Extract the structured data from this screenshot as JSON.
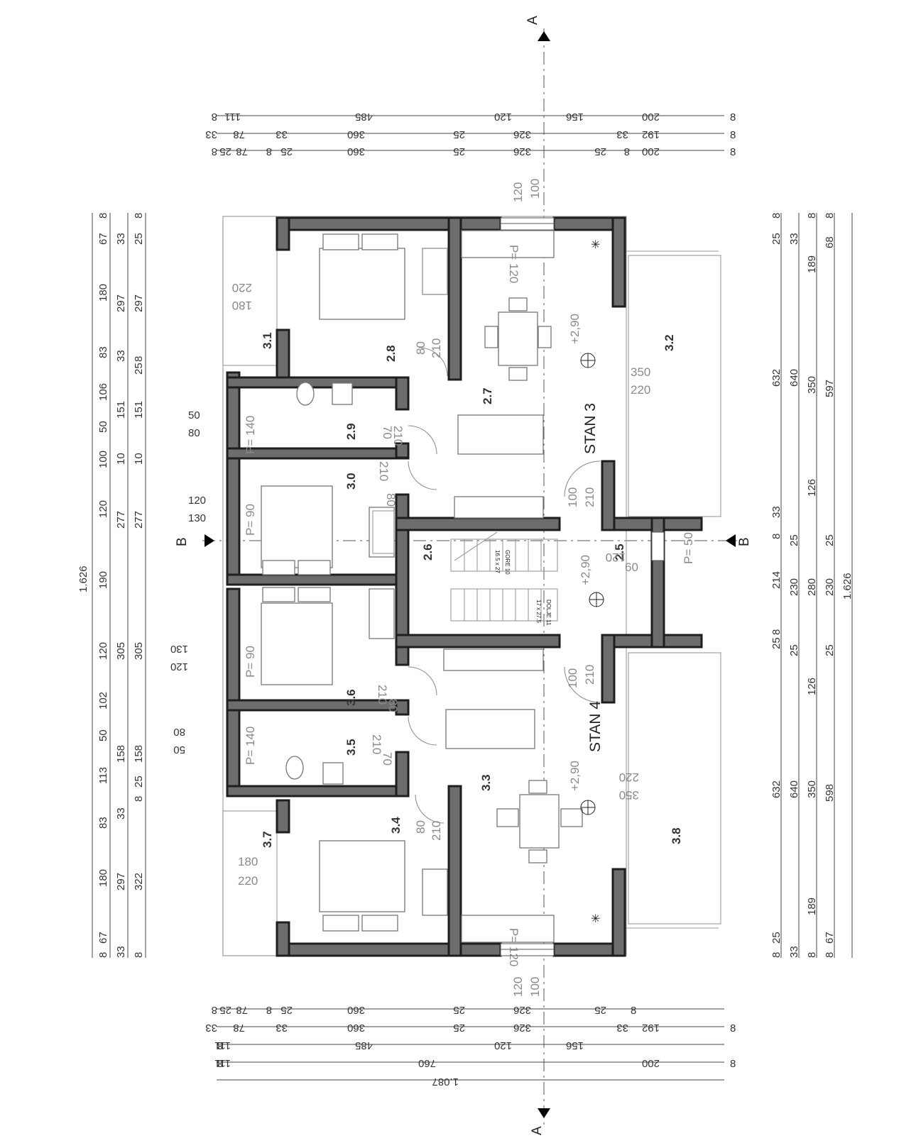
{
  "plan": {
    "section_a": "A",
    "section_b": "B",
    "apartments": [
      {
        "name": "STAN 3",
        "level": "+2,90"
      },
      {
        "name": "STAN 4",
        "level": "+2,90"
      }
    ],
    "stair_level": "+2,90",
    "rooms": [
      "2.6",
      "2.7",
      "2.8",
      "2.9",
      "3.0",
      "3.1",
      "3.2",
      "2.5",
      "3.3",
      "3.4",
      "3.5",
      "3.6",
      "3.7",
      "3.8"
    ],
    "door_labels": [
      "80",
      "210",
      "70",
      "210",
      "210",
      "80",
      "100",
      "210",
      "100",
      "210",
      "210",
      "80",
      "70",
      "210",
      "80",
      "210",
      "100",
      "120"
    ],
    "window_labels": [
      "P= 120",
      "P= 140",
      "P= 90",
      "P= 90",
      "P= 140",
      "P= 120",
      "P= 50"
    ],
    "opening_dims": [
      "220",
      "180",
      "350",
      "220",
      "50",
      "80",
      "120",
      "130",
      "130",
      "120",
      "80",
      "50",
      "220",
      "350",
      "180",
      "220",
      "120",
      "60"
    ],
    "stair_labels": [
      "GORE 10",
      "DOLJE 11",
      "17 x 27.5",
      "16.5 x 27"
    ],
    "icon_marks": [
      "✳",
      "✳"
    ]
  },
  "dimensions": {
    "top_row1": [
      "8",
      "111",
      "485",
      "120",
      "156",
      "200",
      "8"
    ],
    "top_row2": [
      "33",
      "78",
      "33",
      "360",
      "25",
      "326",
      "33",
      "192",
      "8"
    ],
    "top_row3": [
      "8",
      "25",
      "78",
      "8",
      "25",
      "360",
      "25",
      "326",
      "25",
      "8",
      "200",
      "8"
    ],
    "top_small": [
      "120",
      "100"
    ],
    "bottom_row1": [
      "8",
      "25",
      "78",
      "8",
      "25",
      "360",
      "25",
      "326",
      "25",
      "8"
    ],
    "bottom_row2": [
      "33",
      "78",
      "33",
      "360",
      "25",
      "326",
      "33",
      "192",
      "8"
    ],
    "bottom_row3": [
      "111",
      "8",
      "485",
      "120",
      "156"
    ],
    "bottom_row4": [
      "111",
      "8",
      "760",
      "200",
      "8"
    ],
    "bottom_total": "1.087",
    "bottom_small": [
      "120",
      "100"
    ],
    "left_total": "1.626",
    "left_col1": [
      "8",
      "67",
      "180",
      "83",
      "106",
      "50",
      "100",
      "120",
      "190",
      "120",
      "102",
      "50",
      "113",
      "83",
      "180",
      "67",
      "8"
    ],
    "left_col2": [
      "33",
      "297",
      "33",
      "151",
      "10",
      "277",
      "305",
      "158",
      "33",
      "297",
      "33"
    ],
    "left_col3": [
      "8",
      "25",
      "297",
      "8",
      "25",
      "151",
      "10",
      "277",
      "305",
      "158",
      "25",
      "8",
      "322",
      "8"
    ],
    "right_col1": [
      "8",
      "25",
      "632",
      "33",
      "8",
      "214",
      "8",
      "25",
      "632",
      "25",
      "8"
    ],
    "right_col2": [
      "33",
      "640",
      "25",
      "230",
      "25",
      "640",
      "33"
    ],
    "right_col3": [
      "8",
      "189",
      "350",
      "126",
      "280",
      "126",
      "350",
      "189",
      "8"
    ],
    "right_col4": [
      "8",
      "68",
      "597",
      "25",
      "230",
      "25",
      "598",
      "67",
      "8"
    ],
    "right_total": "1.626"
  }
}
